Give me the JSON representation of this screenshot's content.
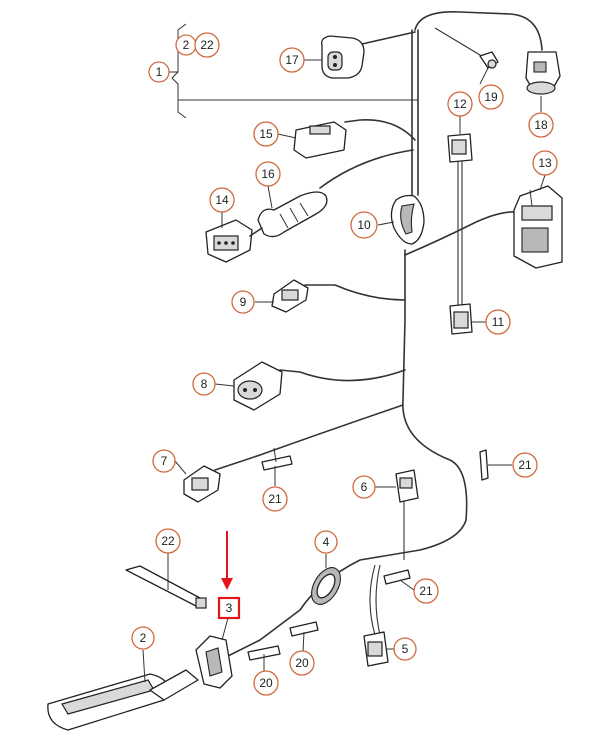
{
  "callouts": [
    {
      "id": "c2-top",
      "label": "2"
    },
    {
      "id": "c22-top",
      "label": "22"
    },
    {
      "id": "c1",
      "label": "1"
    },
    {
      "id": "c17",
      "label": "17"
    },
    {
      "id": "c19",
      "label": "19"
    },
    {
      "id": "c18",
      "label": "18"
    },
    {
      "id": "c15",
      "label": "15"
    },
    {
      "id": "c12",
      "label": "12"
    },
    {
      "id": "c13",
      "label": "13"
    },
    {
      "id": "c16",
      "label": "16"
    },
    {
      "id": "c14",
      "label": "14"
    },
    {
      "id": "c10",
      "label": "10"
    },
    {
      "id": "c9",
      "label": "9"
    },
    {
      "id": "c11",
      "label": "11"
    },
    {
      "id": "c8",
      "label": "8"
    },
    {
      "id": "c7",
      "label": "7"
    },
    {
      "id": "c21-mid",
      "label": "21"
    },
    {
      "id": "c21-right",
      "label": "21"
    },
    {
      "id": "c6",
      "label": "6"
    },
    {
      "id": "c22-bottom",
      "label": "22"
    },
    {
      "id": "c4",
      "label": "4"
    },
    {
      "id": "c21-low",
      "label": "21"
    },
    {
      "id": "c2-bottom",
      "label": "2"
    },
    {
      "id": "c20-a",
      "label": "20"
    },
    {
      "id": "c20-b",
      "label": "20"
    },
    {
      "id": "c5",
      "label": "5"
    }
  ],
  "highlight": {
    "label": "3",
    "color": "#e3141b"
  },
  "accent_color": "#d06a3e"
}
